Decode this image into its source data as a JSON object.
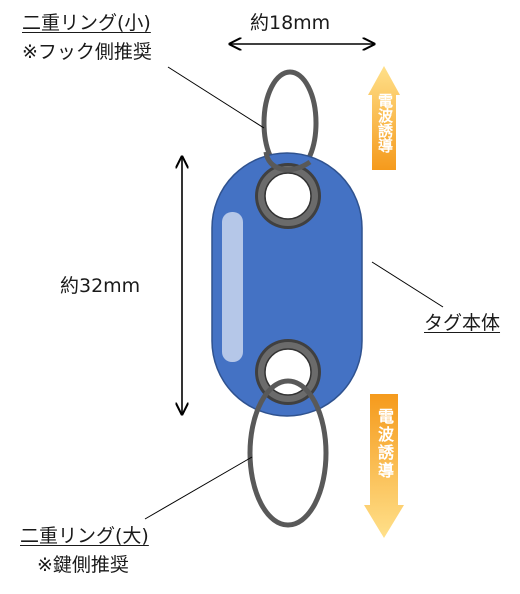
{
  "labels": {
    "ring_small_title": "二重リング(小)",
    "ring_small_note": "※フック側推奨",
    "ring_large_title": "二重リング(大)",
    "ring_large_note": "※鍵側推奨",
    "tag_body": "タグ本体",
    "width_dim": "約18mm",
    "height_dim": "約32mm",
    "wave_guide_top": "電波誘導",
    "wave_guide_bottom": "電波誘導"
  },
  "colors": {
    "tag_body": "#4472c4",
    "tag_outline": "#2f528f",
    "ring": "#595959",
    "arrow_orange": "#f5a623",
    "arrow_yellow": "#ffe08a"
  }
}
